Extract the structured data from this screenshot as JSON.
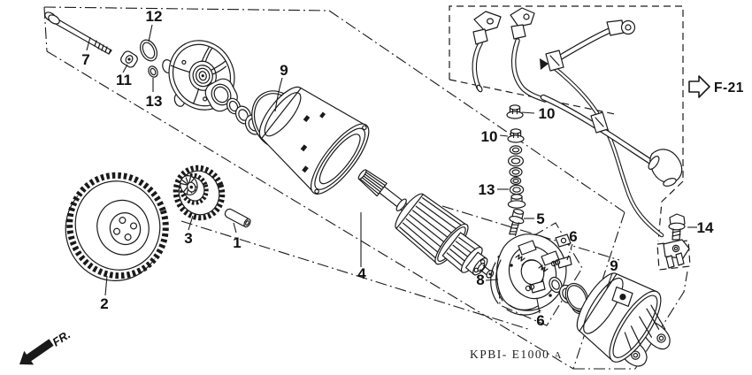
{
  "diagram": {
    "background": "#ffffff",
    "line_color": "#1a1a1a",
    "drawing_code": "KPBI- E1000",
    "drawing_code_suffix": "A",
    "reference": "F-21",
    "front_label": "FR.",
    "callouts": [
      {
        "text": "7"
      },
      {
        "text": "12"
      },
      {
        "text": "11"
      },
      {
        "text": "13"
      },
      {
        "text": "9"
      },
      {
        "text": "10"
      },
      {
        "text": "10"
      },
      {
        "text": "13"
      },
      {
        "text": "5"
      },
      {
        "text": "6"
      },
      {
        "text": "8"
      },
      {
        "text": "6"
      },
      {
        "text": "9"
      },
      {
        "text": "14"
      },
      {
        "text": "1"
      },
      {
        "text": "2"
      },
      {
        "text": "3"
      },
      {
        "text": "4"
      }
    ]
  }
}
